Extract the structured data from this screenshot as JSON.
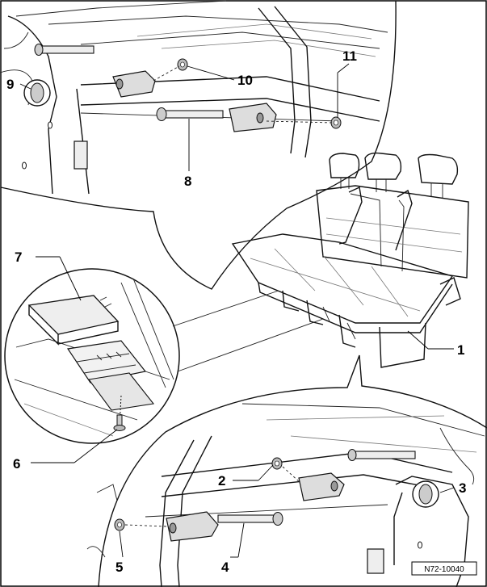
{
  "figure_id": "N72-10040",
  "callouts": {
    "c1": "1",
    "c2": "2",
    "c3": "3",
    "c4": "4",
    "c5": "5",
    "c6": "6",
    "c7": "7",
    "c8": "8",
    "c9": "9",
    "c10": "10",
    "c11": "11"
  }
}
